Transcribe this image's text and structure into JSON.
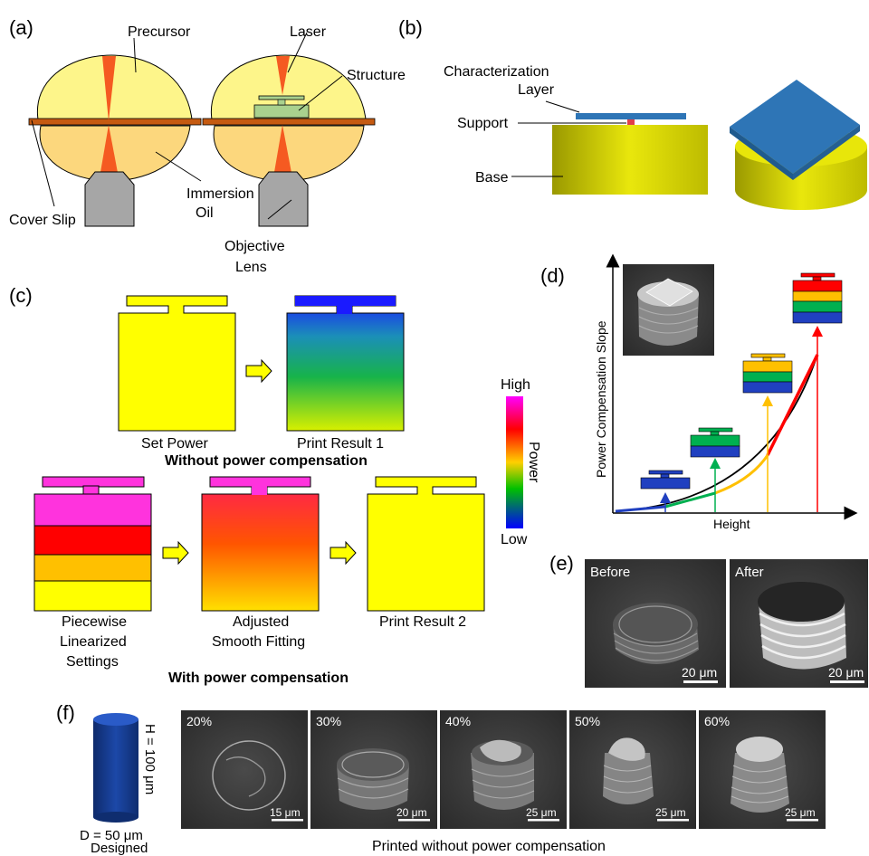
{
  "panels": {
    "a": {
      "label": "(a)",
      "precursor": "Precursor",
      "laser": "Laser",
      "structure": "Structure",
      "cover_slip": "Cover Slip",
      "immersion": "Immersion",
      "oil": "Oil",
      "objective": "Objective",
      "lens": "Lens"
    },
    "b": {
      "label": "(b)",
      "characterization": "Characterization",
      "layer": "Layer",
      "support": "Support",
      "base": "Base"
    },
    "c": {
      "label": "(c)",
      "set_power": "Set Power",
      "print_result_1": "Print Result 1",
      "without_comp": "Without power compensation",
      "piecewise_1": "Piecewise",
      "piecewise_2": "Linearized",
      "piecewise_3": "Settings",
      "adjusted_1": "Adjusted",
      "adjusted_2": "Smooth Fitting",
      "print_result_2": "Print Result 2",
      "with_comp": "With power compensation",
      "colorbar_high": "High",
      "colorbar_low": "Low",
      "colorbar_title": "Power"
    },
    "d": {
      "label": "(d)",
      "ylabel": "Power Compensation Slope",
      "xlabel": "Height"
    },
    "e": {
      "label": "(e)",
      "before": "Before",
      "after": "After",
      "scale_before": "20 μm",
      "scale_after": "20 μm"
    },
    "f": {
      "label": "(f)",
      "height_label": "H = 100 μm",
      "diameter_label": "D = 50 μm",
      "designed": "Designed",
      "printed_caption": "Printed without power compensation",
      "images": [
        {
          "percent": "20%",
          "scale": "15 μm"
        },
        {
          "percent": "30%",
          "scale": "20 μm"
        },
        {
          "percent": "40%",
          "scale": "25 μm"
        },
        {
          "percent": "50%",
          "scale": "25 μm"
        },
        {
          "percent": "60%",
          "scale": "25 μm"
        }
      ]
    }
  },
  "colors": {
    "precursor": "#fdf58a",
    "oil": "#fcd77d",
    "laser": "#f55a21",
    "cover_slip": "#c55a11",
    "objective": "#a6a6a6",
    "structure": "#a9d18e",
    "base": "#e8e60a",
    "layer": "#2e75b6",
    "support": "#e0404a",
    "pad_yellow": "#ffff00",
    "magenta": "#ff33dd",
    "red": "#ff0000",
    "orange": "#ffc000",
    "green": "#00b050",
    "blue": "#0000ff"
  }
}
